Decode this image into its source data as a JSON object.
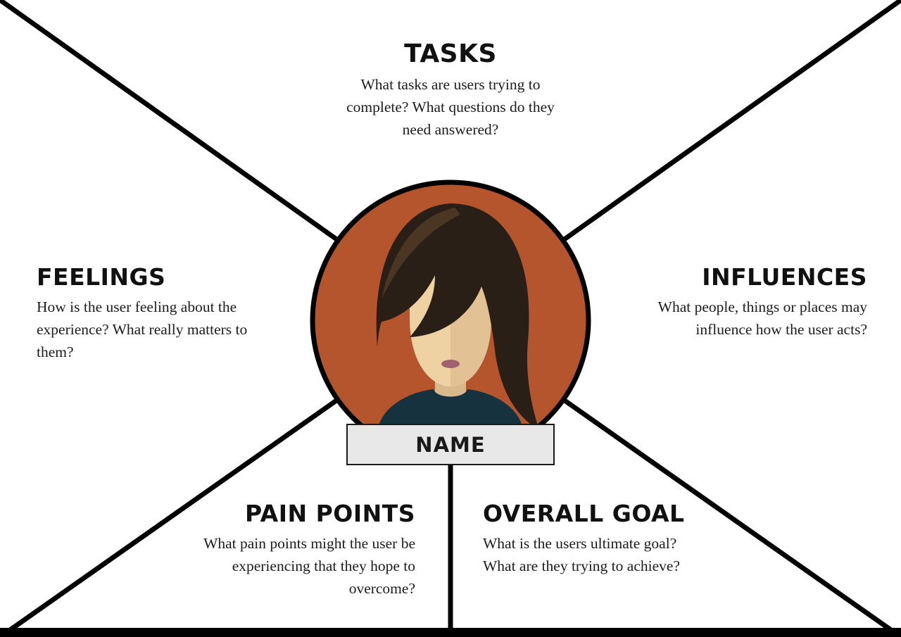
{
  "diagram": {
    "name_label": "NAME",
    "sections": {
      "tasks": {
        "title": "TASKS",
        "description": "What tasks are users trying to complete? What questions do they need answered?"
      },
      "feelings": {
        "title": "FEELINGS",
        "description": "How is the user feeling about the experience? What really matters to them?"
      },
      "influences": {
        "title": "INFLUENCES",
        "description": "What people, things or places may influence how the user acts?"
      },
      "pain_points": {
        "title": "PAIN POINTS",
        "description": "What pain points might the user be experiencing that they hope to overcome?"
      },
      "overall_goal": {
        "title": "OVERALL GOAL",
        "description": "What is the users ultimate goal? What are they trying to achieve?"
      }
    },
    "colors": {
      "line": "#000000",
      "avatar_background": "#b5552d",
      "hair": "#2a1f16",
      "skin": "#eed2a4",
      "shirt": "#16323e",
      "name_box_background": "#e8e8e8"
    }
  }
}
